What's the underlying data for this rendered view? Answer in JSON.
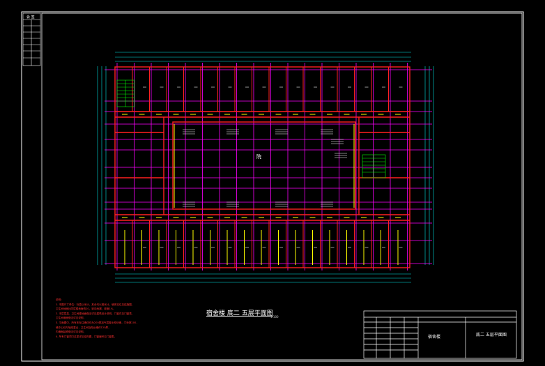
{
  "drawing": {
    "sheet_title": "宿舍楼 底二 五层平面图",
    "scale_label": "1:100",
    "room_label": "院",
    "side_table_title": "会 签",
    "notes_title": "说明：",
    "notes": [
      "1. 本图尺寸单位：标高以米计，其余均以毫米计，墙体定位见结施图，",
      "   卫生间地面比同层楼地面低20，坡向地漏，坡度1%。",
      "2. 本层层高，卫生间楼地面做法详见建筑设计说明，门窗详见门窗表，",
      "   卫生间墙面做法详见说明，",
      "3. 平面图中，所有未标注墙体均为200厚加气混凝土砌块墙，门垛宽100，",
      "   墙中心线与轴线重合，卫生间及阳台墙体120厚，",
      "   内墙面装修做法详见说明。",
      "4. 所有门窗洞口过梁详见结构图，门窗编号见门窗表。"
    ],
    "title_block": {
      "project": "宿舍楼",
      "drawing_name": "底二 五层平面图"
    }
  },
  "colors": {
    "background": "#000000",
    "frame": "#ffffff",
    "walls": "#ff2020",
    "axes": "#ff00ff",
    "dims": "#00e5e5",
    "doors": "#ffff00",
    "stairs": "#00ff00",
    "misc": "#ffffff"
  }
}
